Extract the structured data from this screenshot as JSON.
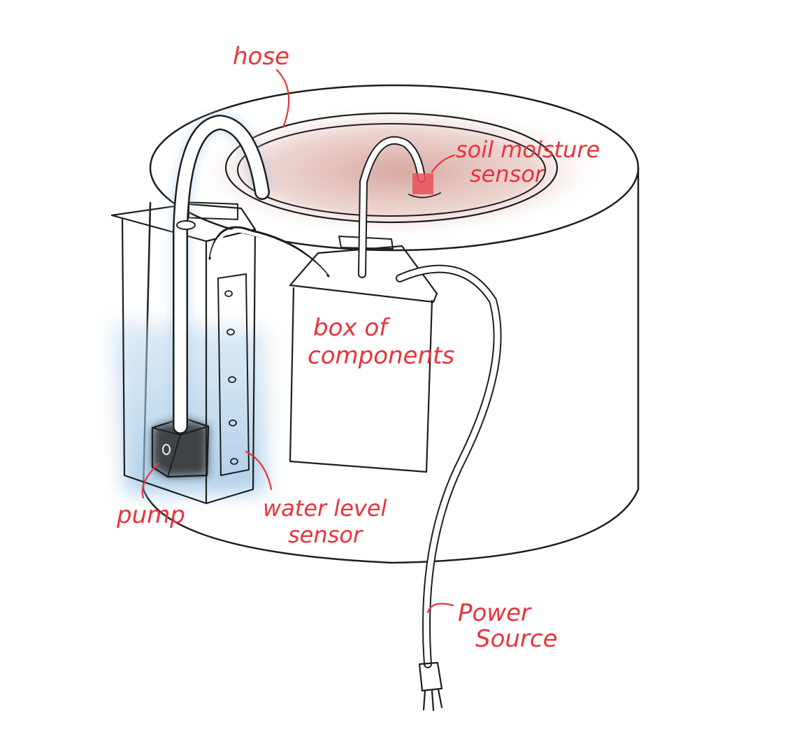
{
  "diagram": {
    "labels": {
      "hose": "hose",
      "soil_line1": "soil moisture",
      "soil_line2": "sensor",
      "box_line1": "box of",
      "box_line2": "components",
      "pump": "pump",
      "water_line1": "water level",
      "water_line2": "sensor",
      "power_line1": "Power",
      "power_line2": "Source"
    },
    "colors": {
      "label": "#e8333a",
      "soil_glow": "#c98a80",
      "water": "#9fc4e2",
      "sensor": "#e8505a",
      "pump": "#2a2a2a"
    }
  }
}
